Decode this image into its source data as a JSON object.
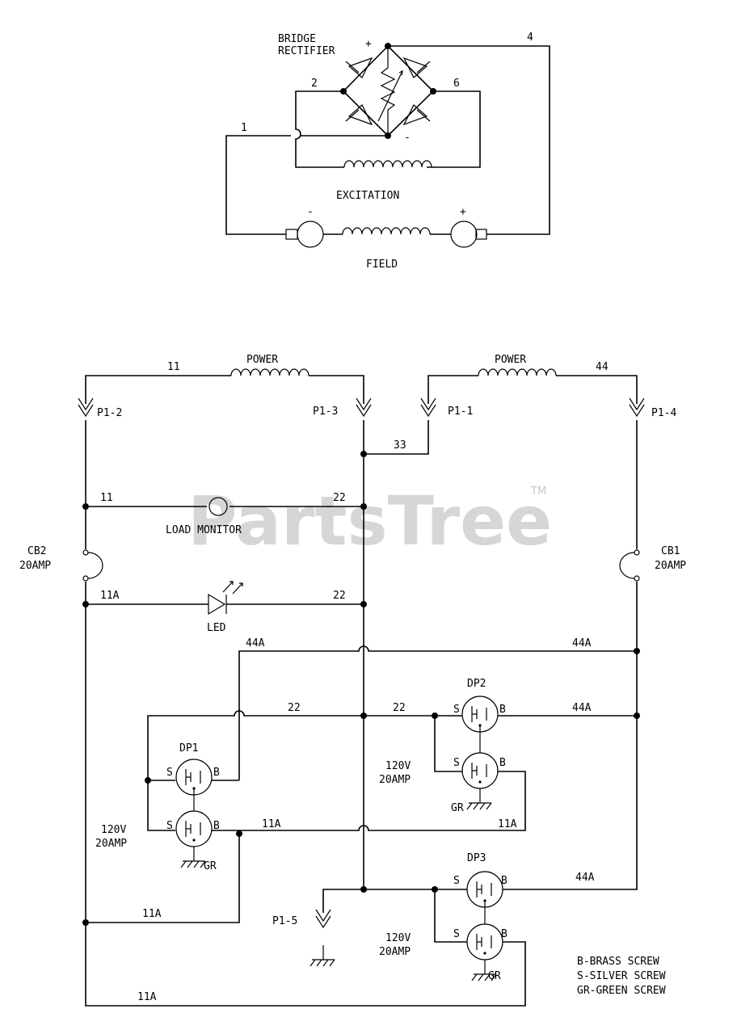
{
  "watermark": {
    "text": "PartsTree",
    "tm": "TM"
  },
  "top": {
    "bridge_line1": "BRIDGE",
    "bridge_line2": "RECTIFIER",
    "plus": "+",
    "minus": "-",
    "wire_1": "1",
    "wire_2": "2",
    "wire_4": "4",
    "wire_6": "6",
    "excitation": "EXCITATION",
    "field": "FIELD",
    "field_minus": "-",
    "field_plus": "+"
  },
  "bottom": {
    "power_left": "POWER",
    "power_right": "POWER",
    "w11": "11",
    "w44": "44",
    "p1_2": "P1-2",
    "p1_3": "P1-3",
    "p1_1": "P1-1",
    "p1_4": "P1-4",
    "p1_5": "P1-5",
    "w33": "33",
    "w22": "22",
    "w11a": "11A",
    "w44a": "44A",
    "load_monitor": "LOAD MONITOR",
    "led": "LED",
    "cb2_name": "CB2",
    "cb2_rating": "20AMP",
    "cb1_name": "CB1",
    "cb1_rating": "20AMP",
    "dp1": "DP1",
    "dp2": "DP2",
    "dp3": "DP3",
    "s": "S",
    "b": "B",
    "gr": "GR",
    "volt": "120V",
    "amp": "20AMP"
  },
  "legend": {
    "brass": "B-BRASS SCREW",
    "silver": "S-SILVER SCREW",
    "green": "GR-GREEN SCREW"
  }
}
